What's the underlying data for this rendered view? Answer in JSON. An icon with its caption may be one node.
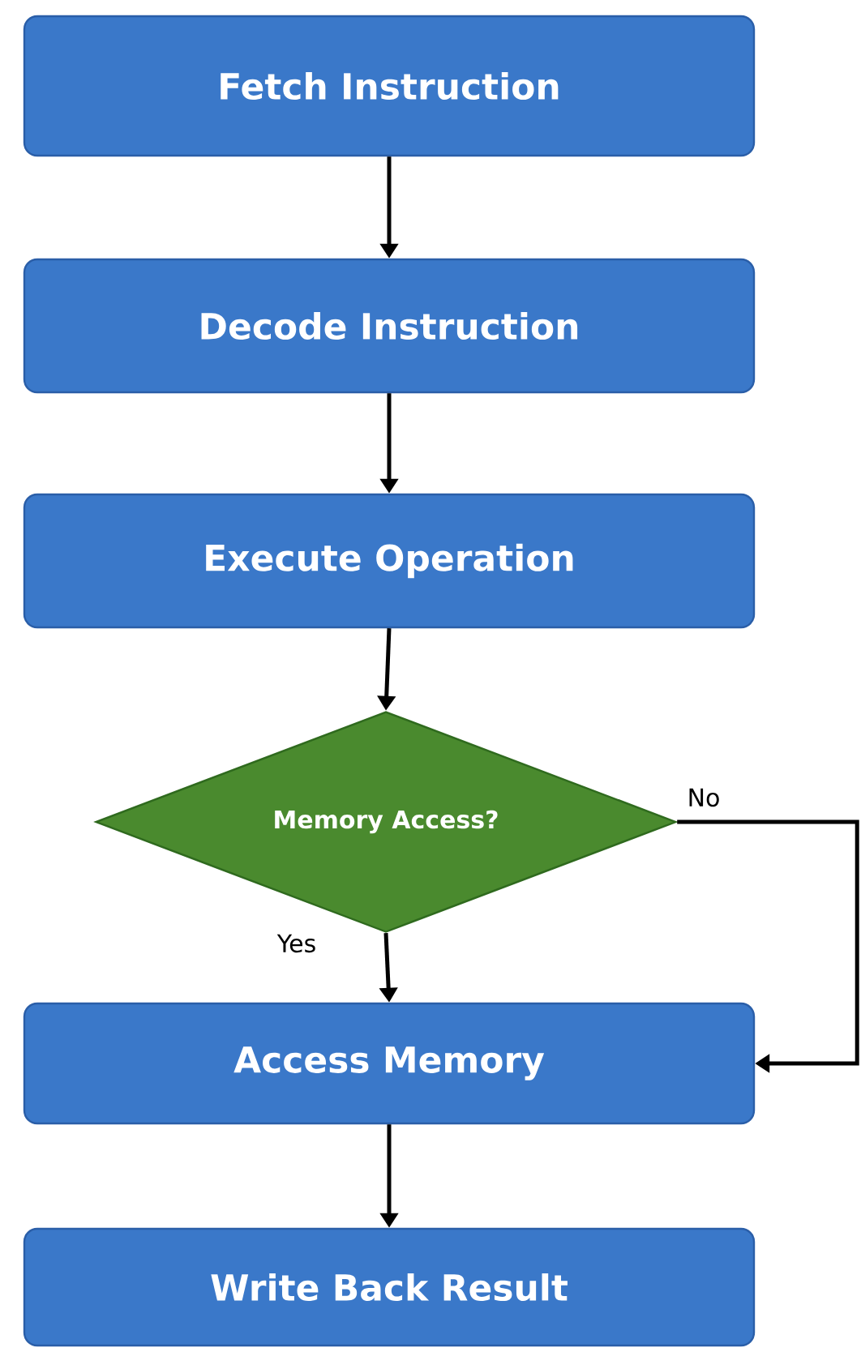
{
  "diagram": {
    "nodes": [
      {
        "text": [
          "Fetch Instruction"
        ]
      },
      {
        "text": [
          "Decode Instruction"
        ]
      },
      {
        "text": [
          "Execute Operation"
        ]
      },
      {
        "text": [
          "Memory Access?"
        ]
      },
      {
        "text": [
          "Access Memory"
        ]
      },
      {
        "text": [
          "Write Back Result"
        ]
      }
    ],
    "edges": [
      {
        "from": 0,
        "to": 1,
        "arrow": "to"
      },
      {
        "from": 1,
        "to": 2,
        "arrow": "to"
      },
      {
        "from": 2,
        "to": 3,
        "arrow": "to"
      },
      {
        "from": 3,
        "to": 4,
        "arrow": "to",
        "label": "Yes"
      },
      {
        "from": 3,
        "to": 4,
        "arrow": "to",
        "label": "No"
      },
      {
        "from": 4,
        "to": 5,
        "arrow": "to"
      }
    ]
  }
}
